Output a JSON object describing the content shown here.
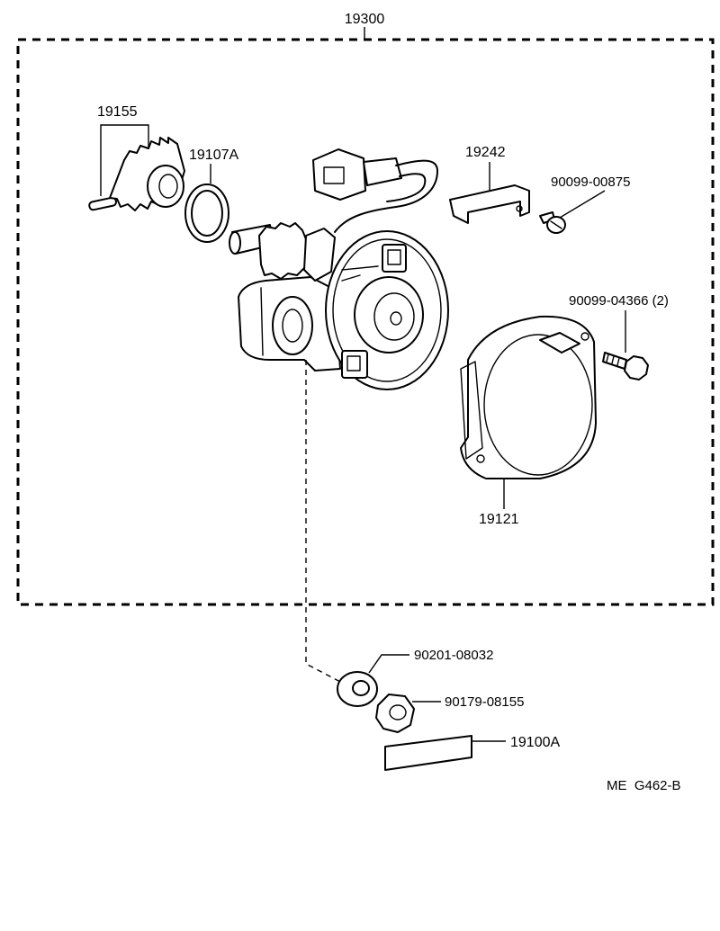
{
  "diagram": {
    "assembly_label": "19300",
    "parts": {
      "drive_gear": "19155",
      "o_ring": "19107A",
      "bracket": "19242",
      "bracket_screw": "90099-00875",
      "cover_screw": "90099-04366 (2)",
      "cover": "19121",
      "washer": "90201-08032",
      "nut": "90179-08155",
      "label_plate": "19100A"
    },
    "footer_code": "ME  G462-B"
  }
}
